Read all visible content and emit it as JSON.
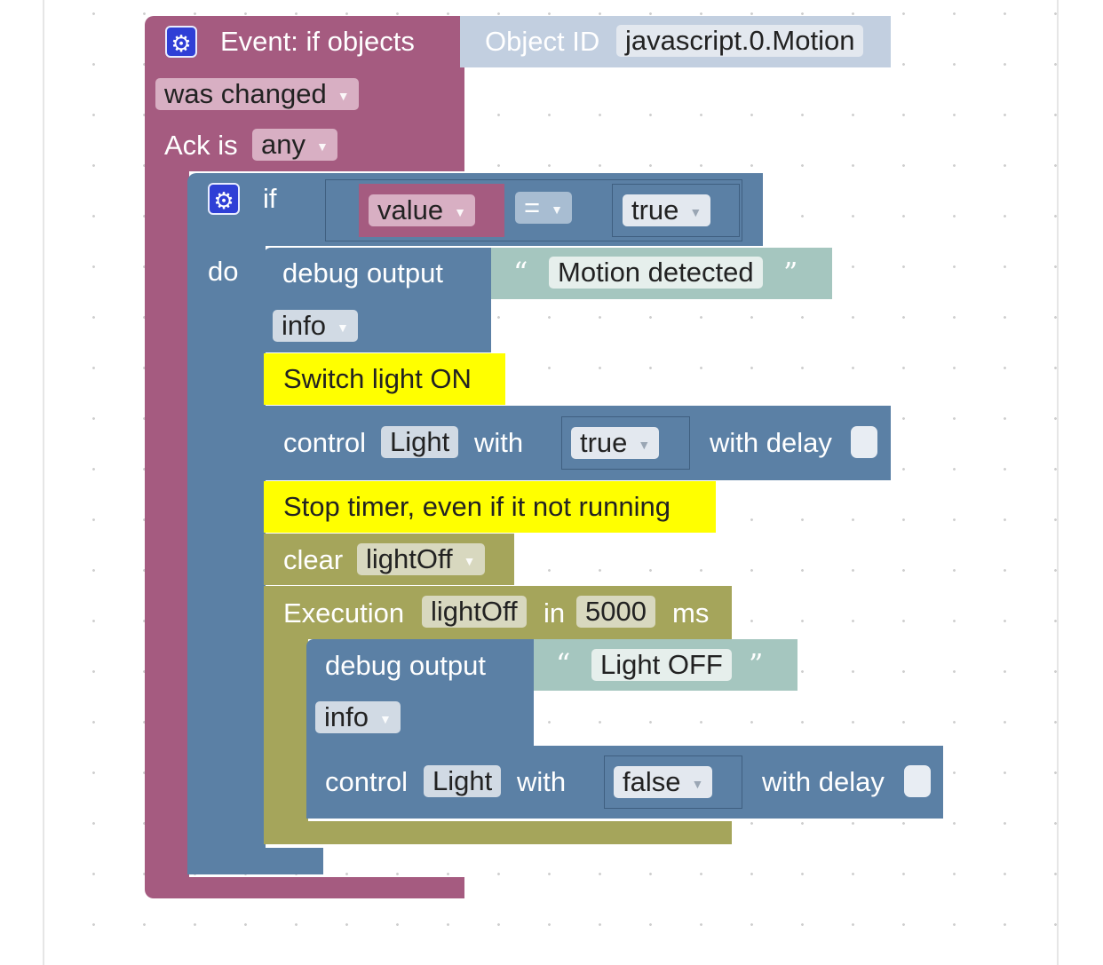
{
  "event": {
    "title": "Event: if objects",
    "object_id_label": "Object ID",
    "object_id_value": "javascript.0.Motion",
    "trigger": "was changed",
    "ack_label": "Ack is",
    "ack_value": "any"
  },
  "if_block": {
    "if_label": "if",
    "do_label": "do",
    "left": "value",
    "operator": "=",
    "right": "true"
  },
  "debug1": {
    "label": "debug output",
    "text": "Motion detected",
    "level": "info"
  },
  "comment1": "Switch light ON",
  "control1": {
    "label": "control",
    "object": "Light",
    "with": "with",
    "value": "true",
    "delay": "with delay"
  },
  "comment2": "Stop timer, even if it not running",
  "clear": {
    "label": "clear",
    "timer": "lightOff"
  },
  "execution": {
    "label": "Execution",
    "timer": "lightOff",
    "in": "in",
    "ms_value": "5000",
    "ms": "ms"
  },
  "debug2": {
    "label": "debug output",
    "text": "Light OFF",
    "level": "info"
  },
  "control2": {
    "label": "control",
    "object": "Light",
    "with": "with",
    "value": "false",
    "delay": "with delay"
  },
  "colors": {
    "event": "#a55b80",
    "logic": "#5b80a5",
    "text": "#a5c6bf",
    "timer": "#a5a55b",
    "comment": "#ffff00",
    "object_id": "#c2cfe0"
  },
  "icons": {
    "settings": "gear-icon",
    "open_quote": "open-quote-icon",
    "close_quote": "close-quote-icon",
    "dropdown": "dropdown-arrow-icon"
  }
}
